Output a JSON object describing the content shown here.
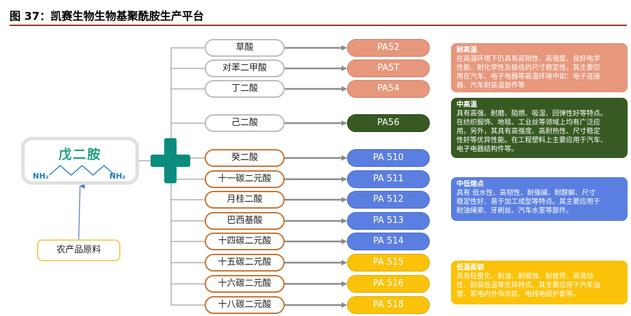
{
  "header": {
    "title": "图 37：凯赛生物生物基聚酰胺生产平台"
  },
  "center": {
    "name": "戊二胺",
    "nh_left": "NH₂",
    "nh_right": "NH₂"
  },
  "raw": {
    "label": "农产品原料"
  },
  "acids": [
    {
      "name": "草酸",
      "product": "PA52",
      "group": "pink"
    },
    {
      "name": "对苯二甲酸",
      "product": "PA5T",
      "group": "pink"
    },
    {
      "name": "丁二酸",
      "product": "PA54",
      "group": "pink"
    },
    {
      "name": "己二酸",
      "product": "PA56",
      "group": "green"
    },
    {
      "name": "癸二酸",
      "product": "PA 510",
      "group": "blue"
    },
    {
      "name": "十一碳二元酸",
      "product": "PA 511",
      "group": "blue"
    },
    {
      "name": "月桂二酸",
      "product": "PA 512",
      "group": "blue"
    },
    {
      "name": "巴西基酸",
      "product": "PA 513",
      "group": "blue"
    },
    {
      "name": "十四碳二元酸",
      "product": "PA 514",
      "group": "blue"
    },
    {
      "name": "十五碳二元酸",
      "product": "PA 515",
      "group": "yellow"
    },
    {
      "name": "十六碳二元酸",
      "product": "PA 516",
      "group": "yellow"
    },
    {
      "name": "十八碳二元酸",
      "product": "PA 518",
      "group": "yellow"
    }
  ],
  "cards": [
    {
      "group": "pink",
      "title": "耐高温",
      "lines": [
        "在高温环境下仍具有高刚性、高强度、良好电学",
        "性能、耐化学性及极佳的尺寸稳定性。其主要应",
        "用在汽车、电子电器等高温环境中如：电子连接",
        "器、汽车耐高温部件等"
      ]
    },
    {
      "group": "green",
      "title": "中高温",
      "lines": [
        "具有高强、耐磨、阻燃、吸湿、回弹性好等特点。",
        "在纺织服饰、地毯、工业丝等领域上均有广泛应",
        "用。另外，其具有高强度、高耐热性、尺寸稳定",
        "性好等优异性能。在工程塑料上主要应用于汽车、",
        "电子电器结构件等。"
      ]
    },
    {
      "group": "blue",
      "title": "中低熔点",
      "lines": [
        "具有 低水性、高韧性、耐强碱、耐醇解、尺寸",
        "稳定性好、易于加工成型等特点。其主要应用于",
        "耐油绳索、牙刷丝、汽车水室等部件。"
      ]
    },
    {
      "group": "yellow",
      "title": "低温柔韧",
      "lines": [
        "具有轻量化、耐油、耐腐蚀、耐疲劳、高流动",
        "性、耐高低温等优异特点。其主要应用于汽车油",
        "管、家电内外饰涂层、电线电缆护套等。"
      ]
    }
  ],
  "colors": {
    "pink": "#e7977c",
    "green": "#375a22",
    "blue": "#5b7fe0",
    "yellow": "#fbc20a",
    "teal": "#0a8d7e",
    "title_rule": "#a52a2a"
  }
}
